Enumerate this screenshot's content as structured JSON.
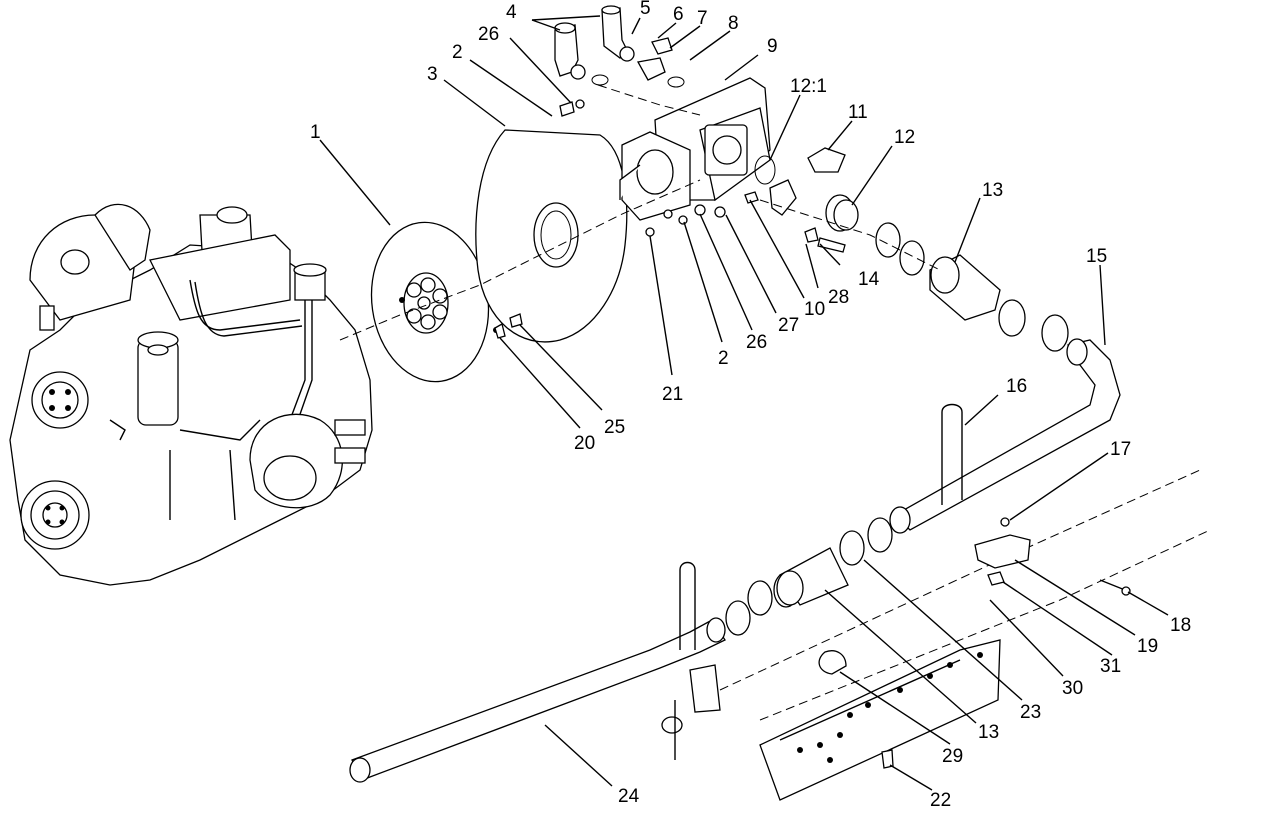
{
  "callouts": [
    {
      "id": "c1",
      "text": "1"
    },
    {
      "id": "c2a",
      "text": "2"
    },
    {
      "id": "c2b",
      "text": "2"
    },
    {
      "id": "c3",
      "text": "3"
    },
    {
      "id": "c4",
      "text": "4"
    },
    {
      "id": "c5",
      "text": "5"
    },
    {
      "id": "c6",
      "text": "6"
    },
    {
      "id": "c7",
      "text": "7"
    },
    {
      "id": "c8",
      "text": "8"
    },
    {
      "id": "c9",
      "text": "9"
    },
    {
      "id": "c10",
      "text": "10"
    },
    {
      "id": "c11",
      "text": "11"
    },
    {
      "id": "c12",
      "text": "12"
    },
    {
      "id": "c12_1",
      "text": "12:1"
    },
    {
      "id": "c13a",
      "text": "13"
    },
    {
      "id": "c13b",
      "text": "13"
    },
    {
      "id": "c14",
      "text": "14"
    },
    {
      "id": "c15",
      "text": "15"
    },
    {
      "id": "c16",
      "text": "16"
    },
    {
      "id": "c17",
      "text": "17"
    },
    {
      "id": "c18",
      "text": "18"
    },
    {
      "id": "c19",
      "text": "19"
    },
    {
      "id": "c20",
      "text": "20"
    },
    {
      "id": "c21",
      "text": "21"
    },
    {
      "id": "c22",
      "text": "22"
    },
    {
      "id": "c23",
      "text": "23"
    },
    {
      "id": "c24",
      "text": "24"
    },
    {
      "id": "c25",
      "text": "25"
    },
    {
      "id": "c26a",
      "text": "26"
    },
    {
      "id": "c26b",
      "text": "26"
    },
    {
      "id": "c27",
      "text": "27"
    },
    {
      "id": "c28",
      "text": "28"
    },
    {
      "id": "c29",
      "text": "29"
    },
    {
      "id": "c30",
      "text": "30"
    },
    {
      "id": "c31",
      "text": "31"
    }
  ]
}
